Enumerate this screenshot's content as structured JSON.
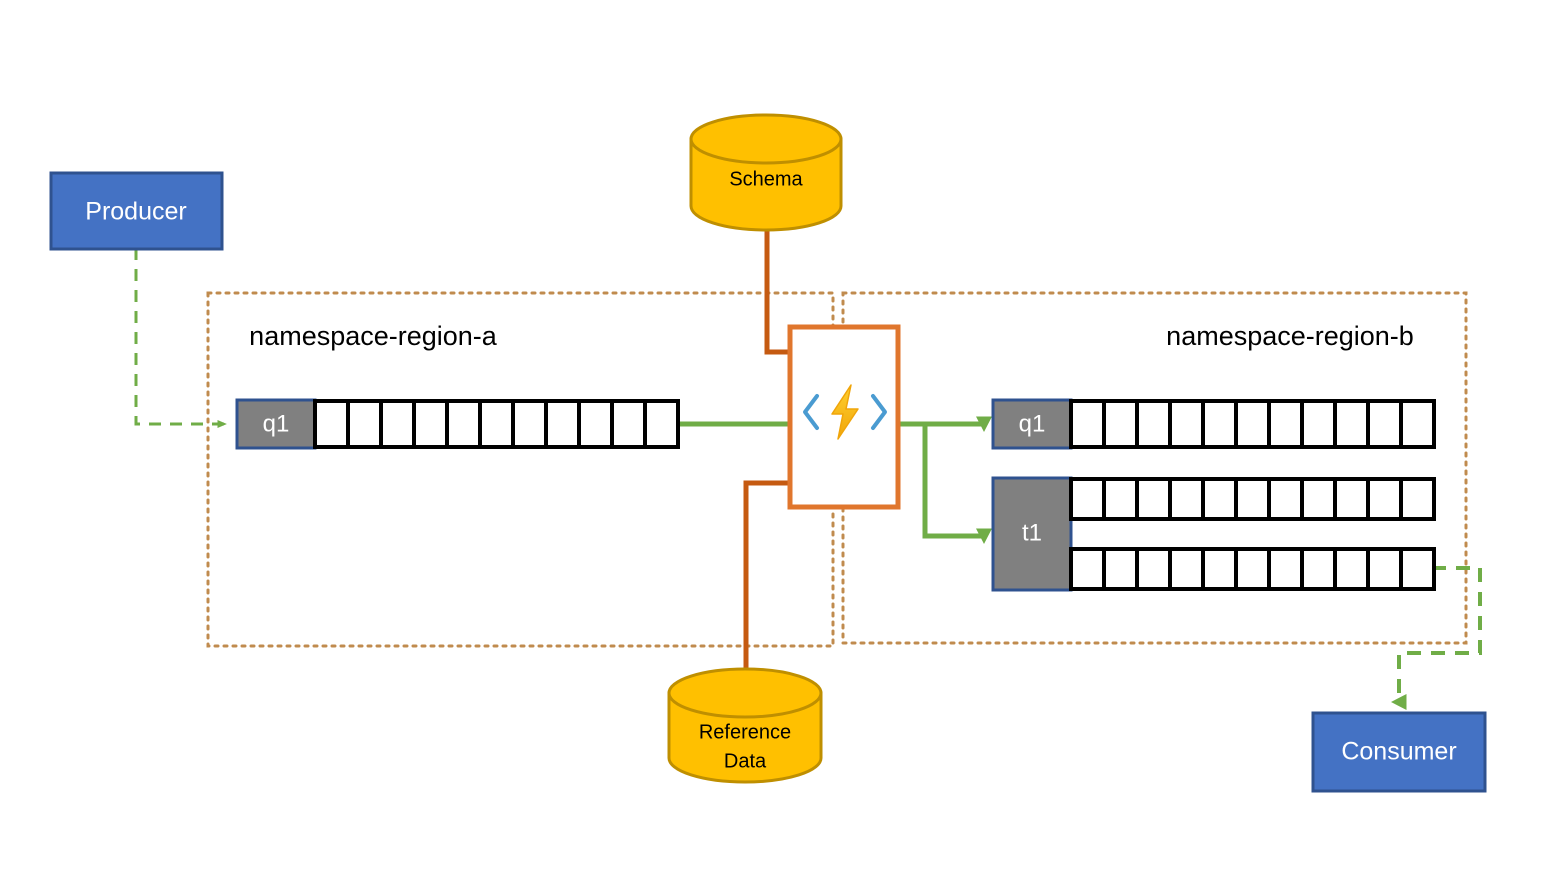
{
  "diagram": {
    "title_visible": false,
    "colors": {
      "box_fill": "#4472C4",
      "box_stroke": "#2F528F",
      "namespace_border": "#C08B4E",
      "cylinder_fill": "#FFC000",
      "cylinder_stroke": "#BF8F00",
      "function_border": "#E0762D",
      "reference_line": "#C55A11",
      "queue_header_fill": "#808080",
      "queue_header_stroke": "#2F528F",
      "cell_stroke": "#000000",
      "flow_green": "#70AD47",
      "icon_bolt": "#FFC000",
      "icon_chevron": "#4A9BD1"
    },
    "endpoints": [
      {
        "id": "producer",
        "label": "Producer"
      },
      {
        "id": "consumer",
        "label": "Consumer"
      }
    ],
    "datastores": [
      {
        "id": "schema",
        "label": "Schema",
        "lines": [
          "Schema"
        ]
      },
      {
        "id": "reference-data",
        "label": "Reference Data",
        "lines": [
          "Reference",
          "Data"
        ]
      }
    ],
    "namespaces": [
      {
        "id": "namespace-region-a",
        "label": "namespace-region-a"
      },
      {
        "id": "namespace-region-b",
        "label": "namespace-region-b"
      }
    ],
    "entities": [
      {
        "id": "queue-a-q1",
        "label": "q1",
        "type": "queue",
        "namespace": "namespace-region-a",
        "rows": 1,
        "cells_per_row": 11
      },
      {
        "id": "queue-b-q1",
        "label": "q1",
        "type": "queue",
        "namespace": "namespace-region-b",
        "rows": 1,
        "cells_per_row": 11
      },
      {
        "id": "topic-b-t1",
        "label": "t1",
        "type": "topic",
        "namespace": "namespace-region-b",
        "rows": 2,
        "cells_per_row": 11
      }
    ],
    "processor": {
      "id": "azure-function",
      "icon": "azure-function-bolt-icon",
      "label": ""
    },
    "flows": [
      {
        "id": "producer-to-q1",
        "style": "dashed",
        "color": "#70AD47"
      },
      {
        "id": "q1-to-function",
        "style": "solid",
        "color": "#70AD47"
      },
      {
        "id": "function-to-q1-b",
        "style": "solid",
        "color": "#70AD47"
      },
      {
        "id": "function-to-t1-b",
        "style": "solid",
        "color": "#70AD47"
      },
      {
        "id": "t1-to-consumer",
        "style": "dashed",
        "color": "#70AD47"
      },
      {
        "id": "schema-to-function",
        "style": "solid",
        "color": "#C55A11"
      },
      {
        "id": "reference-data-to-function",
        "style": "solid",
        "color": "#C55A11"
      }
    ]
  }
}
